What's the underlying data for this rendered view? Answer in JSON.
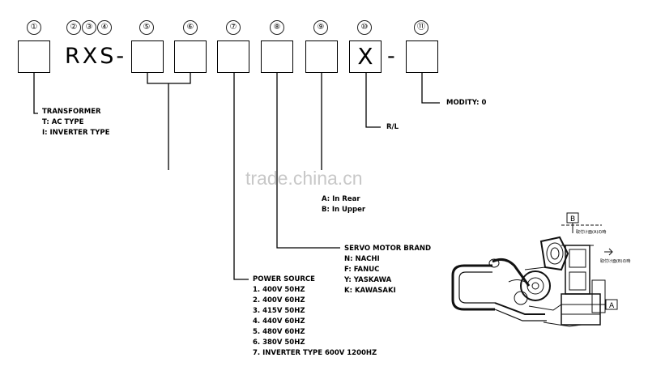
{
  "position_markers": [
    "①",
    "②",
    "③",
    "④",
    "⑤",
    "⑥",
    "⑦",
    "⑧",
    "⑨",
    "⑩",
    "⑪"
  ],
  "model_code": {
    "prefix": "RXS-",
    "fixed_slot": "X",
    "separator": "-"
  },
  "transformer": {
    "title": "TRANSFORMER",
    "options": [
      "T: AC TYPE",
      "I: INVERTER TYPE"
    ]
  },
  "rl": {
    "label": "R/L"
  },
  "modity": {
    "label": "MODITY: 0"
  },
  "mount": {
    "options": [
      "A: In Rear",
      "B: In Upper"
    ]
  },
  "servo_motor": {
    "title": "SERVO MOTOR BRAND",
    "options": [
      "N: NACHI",
      "F: FANUC",
      "Y: YASKAWA",
      "K: KAWASAKI"
    ]
  },
  "power_source": {
    "title": "POWER SOURCE",
    "options": [
      "1. 400V  50HZ",
      "2. 400V  60HZ",
      "3. 415V  50HZ",
      "4. 440V  60HZ",
      "5. 480V  60HZ",
      "6. 380V  50HZ",
      "7. INVERTER TYPE  600V 1200HZ"
    ]
  },
  "watermark": "trade.china.cn",
  "drawing": {
    "view_b": "B",
    "view_a": "A",
    "note_top": "取付け面(A)の時",
    "note_right": "取付け面(B)の時"
  }
}
